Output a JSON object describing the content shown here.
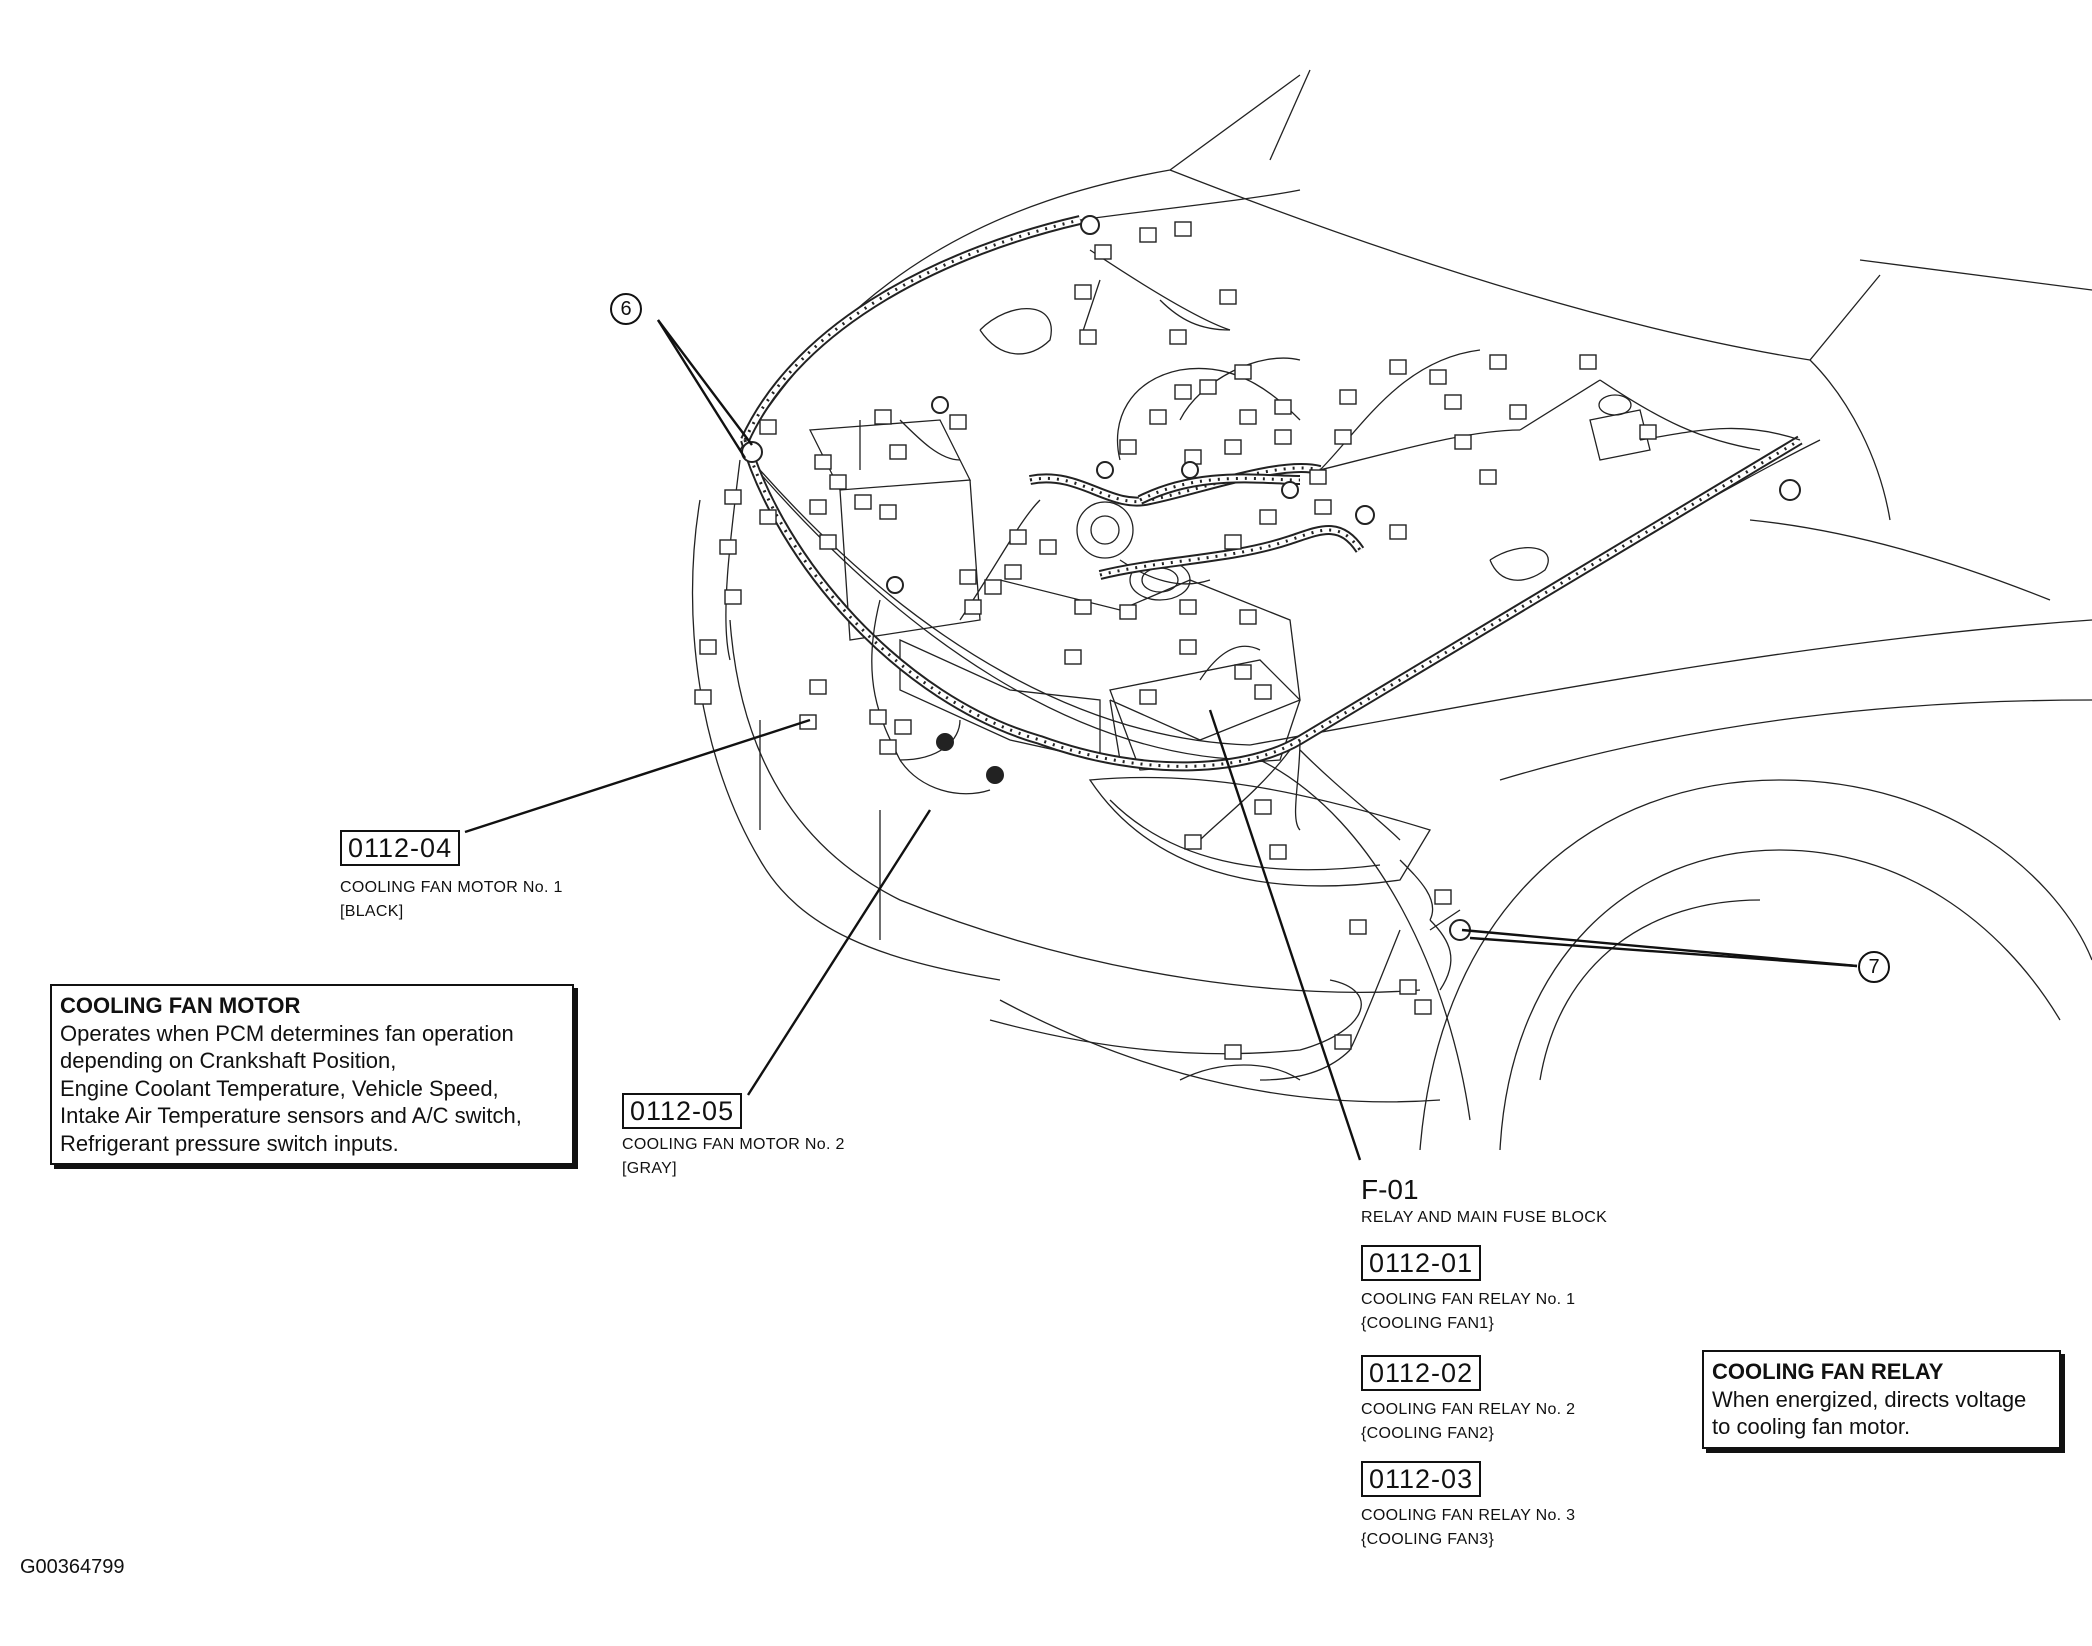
{
  "callouts": {
    "six": "6",
    "seven": "7"
  },
  "fan_motor_1": {
    "code": "0112-04",
    "name": "COOLING FAN MOTOR No. 1",
    "color": "[BLACK]"
  },
  "fan_motor_2": {
    "code": "0112-05",
    "name": "COOLING FAN MOTOR No. 2",
    "color": "[GRAY]"
  },
  "fan_motor_info": {
    "title": "COOLING FAN MOTOR",
    "lines": [
      "Operates when PCM determines fan operation",
      "depending on Crankshaft Position,",
      "Engine Coolant Temperature, Vehicle Speed,",
      "Intake Air Temperature sensors and A/C switch,",
      "Refrigerant pressure switch inputs."
    ]
  },
  "fuse_block": {
    "code": "F-01",
    "name": "RELAY AND MAIN FUSE BLOCK"
  },
  "relays": [
    {
      "code": "0112-01",
      "name": "COOLING FAN RELAY No. 1",
      "sub": "{COOLING FAN1}"
    },
    {
      "code": "0112-02",
      "name": "COOLING FAN RELAY No. 2",
      "sub": "{COOLING FAN2}"
    },
    {
      "code": "0112-03",
      "name": "COOLING FAN RELAY No. 3",
      "sub": "{COOLING FAN3}"
    }
  ],
  "relay_info": {
    "title": "COOLING FAN RELAY",
    "lines": [
      "When energized, directs voltage",
      "to cooling fan motor."
    ]
  },
  "image_id": "G00364799"
}
